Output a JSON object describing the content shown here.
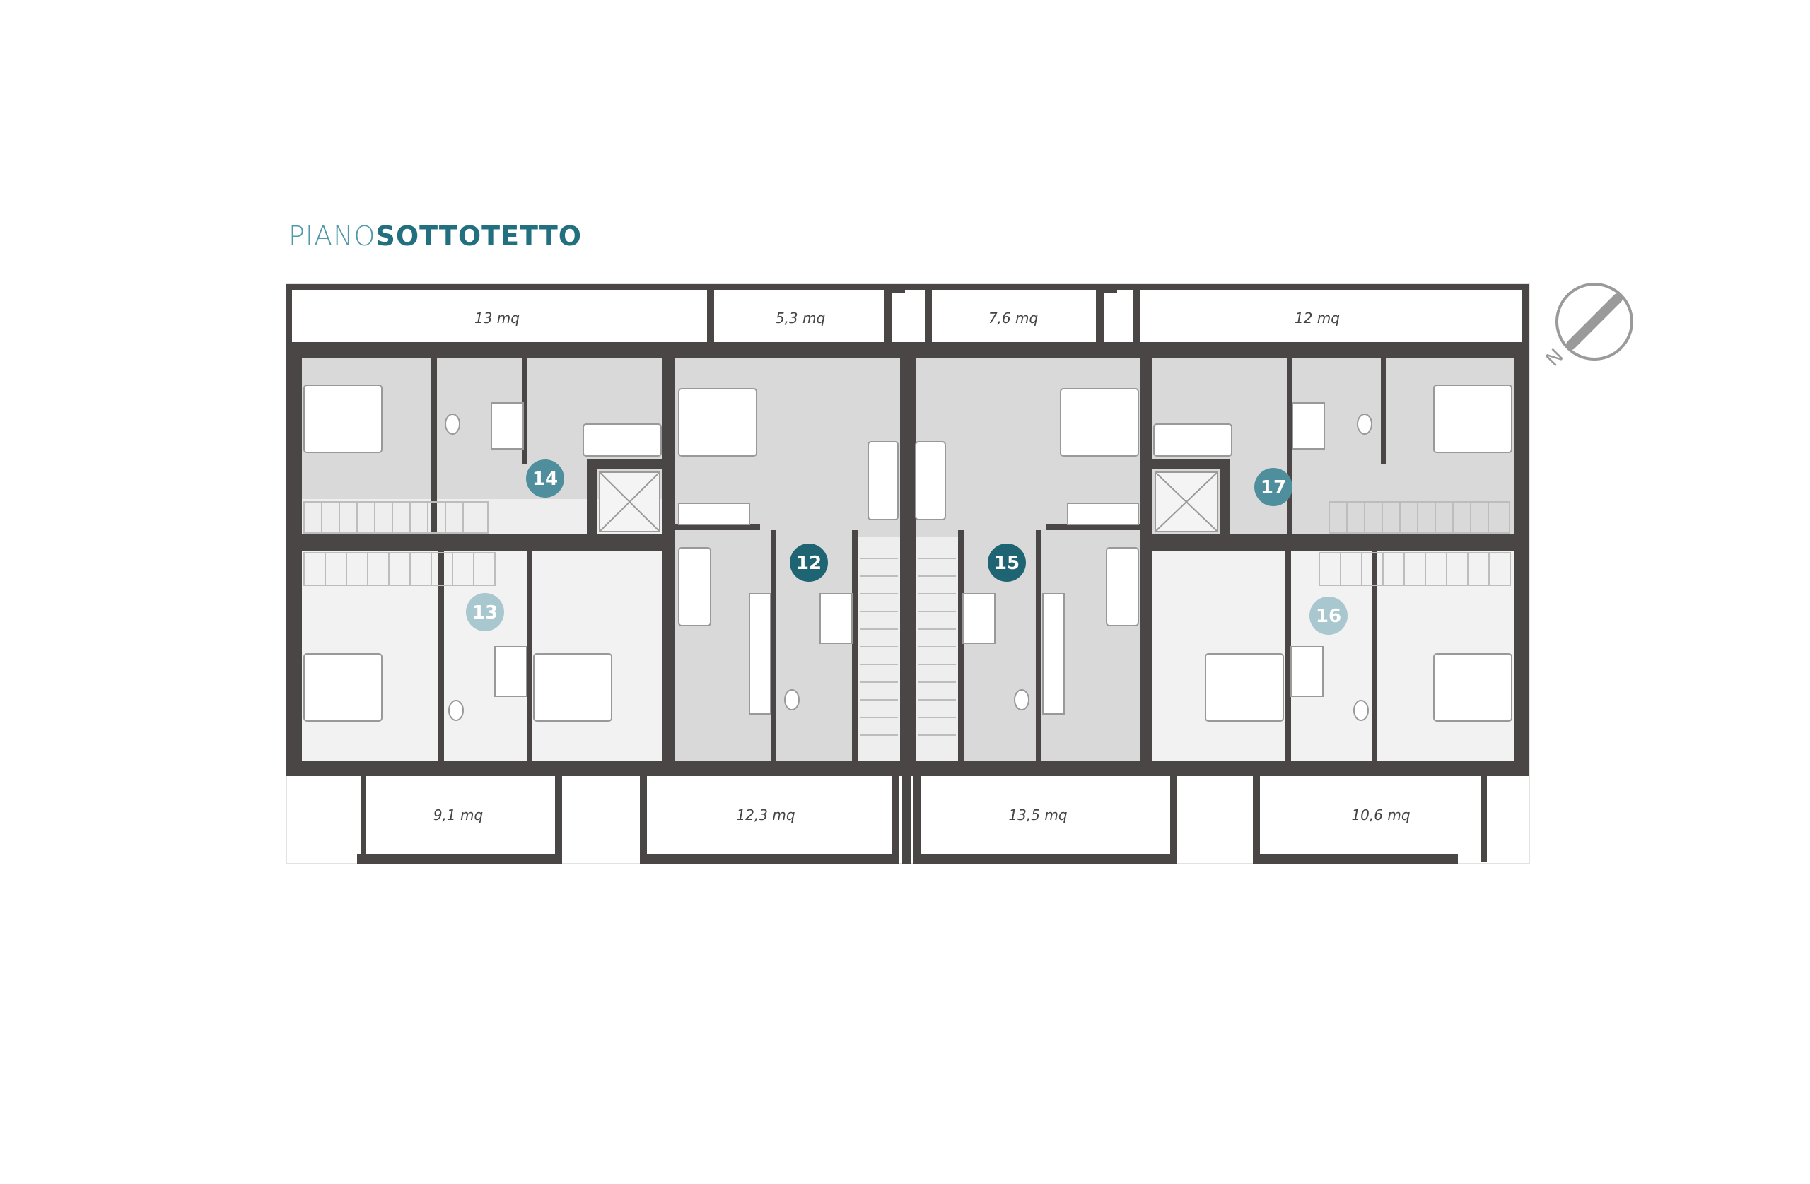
{
  "title": {
    "light": "PIANO",
    "bold": "SOTTOTETTO"
  },
  "terraces": [
    {
      "label": "13 mq"
    },
    {
      "label": "5,3 mq"
    },
    {
      "label": "7,6 mq"
    },
    {
      "label": "12 mq"
    },
    {
      "label": "9,1 mq"
    },
    {
      "label": "12,3 mq"
    },
    {
      "label": "13,5 mq"
    },
    {
      "label": "10,6 mq"
    }
  ],
  "units": [
    {
      "number": "14",
      "color": "#4f8f9d"
    },
    {
      "number": "13",
      "color": "#a9c7ce"
    },
    {
      "number": "12",
      "color": "#1e6472"
    },
    {
      "number": "15",
      "color": "#1e6472"
    },
    {
      "number": "17",
      "color": "#4f8f9d"
    },
    {
      "number": "16",
      "color": "#a9c7ce"
    }
  ],
  "compass": {
    "icon": "north-arrow-icon",
    "label": "N"
  },
  "colors": {
    "wall": "#4a4645",
    "room_dark": "#d9d9d9",
    "room_light": "#f2f2f2",
    "accent": "#2f7f8f"
  }
}
